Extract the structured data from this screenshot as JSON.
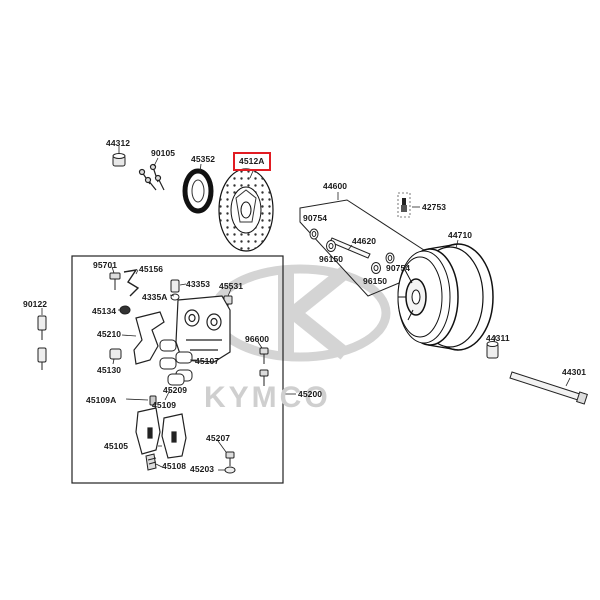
{
  "diagram": {
    "highlight_color": "#e11b22",
    "watermark": {
      "text": "KYMCO",
      "color": "#cfcfcf"
    },
    "labels": {
      "p44312": "44312",
      "p90105": "90105",
      "p45352": "45352",
      "p4512A": "4512A",
      "p44600": "44600",
      "p42753": "42753",
      "p90754a": "90754",
      "p44620": "44620",
      "p44710": "44710",
      "p96150a": "96150",
      "p90754b": "90754",
      "p96150b": "96150",
      "p95701": "95701",
      "p45156": "45156",
      "p43353": "43353",
      "p4335A": "4335A",
      "p45531": "45531",
      "p90122": "90122",
      "p45134": "45134",
      "p45210": "45210",
      "p96600": "96600",
      "p45130": "45130",
      "p45107": "45107",
      "p45209": "45209",
      "p45109A": "45109A",
      "p45109": "45109",
      "p45200": "45200",
      "p44311": "44311",
      "p44301": "44301",
      "p45207": "45207",
      "p45105": "45105",
      "p45108": "45108",
      "p45203": "45203"
    }
  }
}
